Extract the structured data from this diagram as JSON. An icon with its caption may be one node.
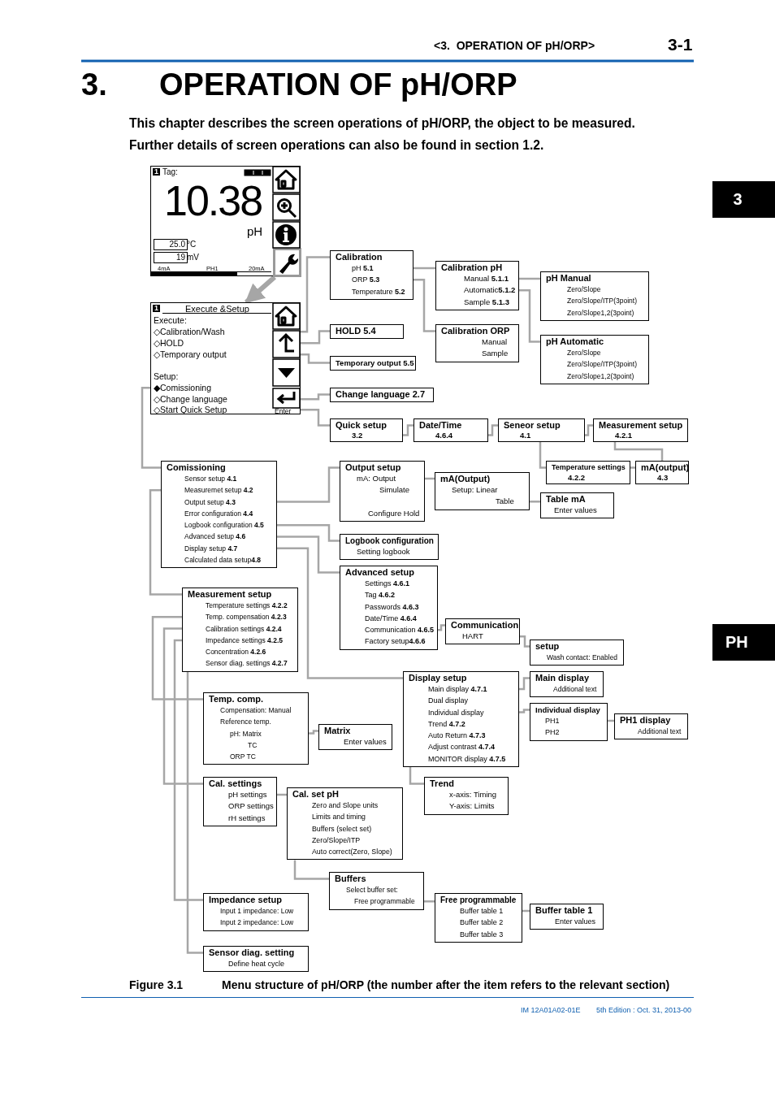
{
  "diagram": {
    "title": "OPERATION OF pH/ORP",
    "caption": "Menu structure of pH/ORP (the number after the item refers to the relevant section)",
    "nodes": [
      {
        "text": [
          "1",
          "Tag:",
          "10.38",
          "pH",
          "25.0",
          "°C",
          "19",
          "mV",
          "4mA",
          "PH1",
          "20mA"
        ]
      },
      {
        "text": [],
        "shape": "box",
        "in": 0
      },
      {
        "text": [
          "1",
          "Execute &Setup",
          "Execute:",
          "◇Calibration/Wash",
          "◇HOLD",
          "◇Temporary output",
          "Setup:",
          "◆Comissioning",
          "◇Change language",
          "◇Start Quick Setup",
          "Enter"
        ]
      },
      {
        "text": [
          "Calibration",
          "pH **5.1**",
          "ORP **5.3**",
          "Temperature **5.2**"
        ]
      },
      {
        "text": [
          "HOLD **5.4**"
        ]
      },
      {
        "text": [
          "Temporary output **5.5**"
        ]
      },
      {
        "text": [
          "Calibration pH",
          "Manual **5.1.1**",
          "Automatic**5.1.2**",
          "Sample **5.1.3**"
        ]
      },
      {
        "text": [
          "Calibration ORP",
          "Manual",
          "Sample"
        ]
      },
      {
        "text": [
          "pH Manual",
          "Zero/Slope",
          "Zero/Slope/ITP(3point)",
          "Zero/Slope1,2(3point)"
        ]
      },
      {
        "text": [
          "pH Automatic",
          "Zero/Slope",
          "Zero/Slope/ITP(3point)",
          "Zero/Slope1,2(3point)"
        ]
      },
      {
        "text": [
          "Change language **2.7**"
        ]
      },
      {
        "text": [
          "Quick setup",
          "**3.2**"
        ]
      },
      {
        "text": [
          "Date/Time",
          "**4.6.4**"
        ]
      },
      {
        "text": [
          "Seneor setup",
          "**4.1**"
        ]
      },
      {
        "text": [
          "Measurement setup",
          "**4.2.1**"
        ]
      },
      {
        "text": [
          "Temperature settings",
          "**4.2.2**"
        ]
      },
      {
        "text": [
          "mA(output)",
          "**4.3**"
        ]
      },
      {
        "text": [
          "Comissioning",
          "Sensor setup **4.1**",
          "Measuremet setup **4.2**",
          "Output setup **4.3**",
          "Error configuration **4.4**",
          "Logbook configuration **4.5**",
          "Advanced setup **4.6**",
          "Display setup **4.7**",
          "Calculated data setup**4.8**"
        ]
      },
      {
        "text": [
          "Output setup",
          "mA: Output",
          "Simulate",
          "Configure Hold"
        ]
      },
      {
        "text": [
          "mA(Output)",
          "Setup: Linear",
          "Table"
        ]
      },
      {
        "text": [
          "Table mA",
          "Enter values"
        ]
      },
      {
        "text": [
          "Logbook configuration",
          "Setting logbook"
        ]
      },
      {
        "text": [
          "Advanced setup",
          "Settings **4.6.1**",
          "Tag **4.6.2**",
          "Passwords **4.6.3**",
          "Date/Time **4.6.4**",
          "Communication **4.6.5**",
          "Factory setup**4.6.6**"
        ]
      },
      {
        "text": [
          "Measurement setup",
          "Temperature settings **4.2.2**",
          "Temp. compensation **4.2.3**",
          "Calibration settings **4.2.4**",
          "Impedance settings **4.2.5**",
          "Concentration **4.2.6**",
          "Sensor diag. settings **4.2.7**"
        ]
      },
      {
        "text": [
          "Communication",
          "HART"
        ]
      },
      {
        "text": [
          "setup",
          "Wash contact: Enabled"
        ]
      },
      {
        "text": [
          "Display setup",
          "Main display **4.7.1**",
          "Dual display",
          "Individual display",
          "Trend **4.7.2**",
          "Auto Return **4.7.3**",
          "Adjust contrast **4.7.4**",
          "MONITOR display **4.7.5**"
        ]
      },
      {
        "text": [
          "Main display",
          "Additional text"
        ]
      },
      {
        "text": [
          "Individual display",
          "PH1",
          "PH2"
        ]
      },
      {
        "text": [
          "PH1 display",
          "Additional text"
        ]
      },
      {
        "text": [
          "Temp. comp.",
          "Compensation: Manual",
          "Reference temp.",
          "pH: Matrix",
          "TC",
          "ORP  TC"
        ]
      },
      {
        "text": [
          "Matrix",
          "Enter values"
        ]
      },
      {
        "text": [
          "Trend",
          "x-axis: Timing",
          "Y-axis: Limits"
        ]
      },
      {
        "text": [
          "Cal. settings",
          "pH settings",
          "ORP settings",
          "rH settings"
        ]
      },
      {
        "text": [
          "Cal. set pH",
          "Zero and Slope units",
          "Limits and timing",
          "Buffers (select set)",
          "Zero/Slope/ITP",
          "Auto correct(Zero, Slope)"
        ]
      },
      {
        "text": [
          "Buffers",
          "Select buffer set:",
          "Free programmable"
        ]
      },
      {
        "text": [
          "Free programmable",
          "Buffer table 1",
          "Buffer table 2",
          "Buffer table 3"
        ]
      },
      {
        "text": [
          "Buffer table 1",
          "Enter values"
        ]
      },
      {
        "text": [
          "Impedance setup",
          "Input 1 impedance: Low",
          "Input 2 impedance: Low"
        ]
      },
      {
        "text": [
          "Sensor diag. setting",
          "Define heat cycle"
        ]
      }
    ],
    "edges": [
      {
        "from": 1,
        "to": 2,
        "arrow": "to",
        "style": "thick"
      },
      {
        "from": 2,
        "to": 3,
        "arrow": "none"
      },
      {
        "from": 2,
        "to": 4,
        "arrow": "none"
      },
      {
        "from": 2,
        "to": 5,
        "arrow": "none"
      },
      {
        "from": 2,
        "to": 17,
        "arrow": "none"
      },
      {
        "from": 2,
        "to": 10,
        "arrow": "none"
      },
      {
        "from": 2,
        "to": 11,
        "arrow": "none"
      },
      {
        "from": 3,
        "to": 6,
        "arrow": "none"
      },
      {
        "from": 3,
        "to": 7,
        "arrow": "none"
      },
      {
        "from": 6,
        "to": 8,
        "arrow": "none"
      },
      {
        "from": 6,
        "to": 9,
        "arrow": "none"
      },
      {
        "from": 11,
        "to": 12,
        "arrow": "none"
      },
      {
        "from": 12,
        "to": 13,
        "arrow": "none"
      },
      {
        "from": 13,
        "to": 14,
        "arrow": "none"
      },
      {
        "from": 13,
        "to": 15,
        "arrow": "none"
      },
      {
        "from": 15,
        "to": 16,
        "arrow": "none"
      },
      {
        "from": 14,
        "to": 16,
        "arrow": "none"
      },
      {
        "from": 17,
        "to": 23,
        "arrow": "none"
      },
      {
        "from": 17,
        "to": 18,
        "arrow": "none"
      },
      {
        "from": 17,
        "to": 21,
        "arrow": "none"
      },
      {
        "from": 17,
        "to": 22,
        "arrow": "none"
      },
      {
        "from": 17,
        "to": 26,
        "arrow": "none"
      },
      {
        "from": 18,
        "to": 19,
        "arrow": "none"
      },
      {
        "from": 19,
        "to": 20,
        "arrow": "none"
      },
      {
        "from": 22,
        "to": 24,
        "arrow": "none"
      },
      {
        "from": 24,
        "to": 25,
        "arrow": "none"
      },
      {
        "from": 26,
        "to": 27,
        "arrow": "none"
      },
      {
        "from": 26,
        "to": 28,
        "arrow": "none"
      },
      {
        "from": 28,
        "to": 29,
        "arrow": "none"
      },
      {
        "from": 26,
        "to": 32,
        "arrow": "none"
      },
      {
        "from": 23,
        "to": 30,
        "arrow": "none"
      },
      {
        "from": 23,
        "to": 33,
        "arrow": "none"
      },
      {
        "from": 23,
        "to": 38,
        "arrow": "none"
      },
      {
        "from": 23,
        "to": 39,
        "arrow": "none"
      },
      {
        "from": 30,
        "to": 31,
        "arrow": "none"
      },
      {
        "from": 33,
        "to": 34,
        "arrow": "none"
      },
      {
        "from": 34,
        "to": 35,
        "arrow": "none"
      },
      {
        "from": 35,
        "to": 36,
        "arrow": "none"
      },
      {
        "from": 36,
        "to": 37,
        "arrow": "none"
      }
    ],
    "labels": [
      "<3.  OPERATION OF pH/ORP>",
      "3-1",
      "3.",
      "This chapter describes the screen operations of pH/ORP, the object to be measured.",
      "Further details of screen operations can also be found in section 1.2.",
      "3",
      "PH",
      "Figure 3.1",
      "IM 12A01A02-01E",
      "5th Edition : Oct. 31, 2013-00"
    ]
  }
}
